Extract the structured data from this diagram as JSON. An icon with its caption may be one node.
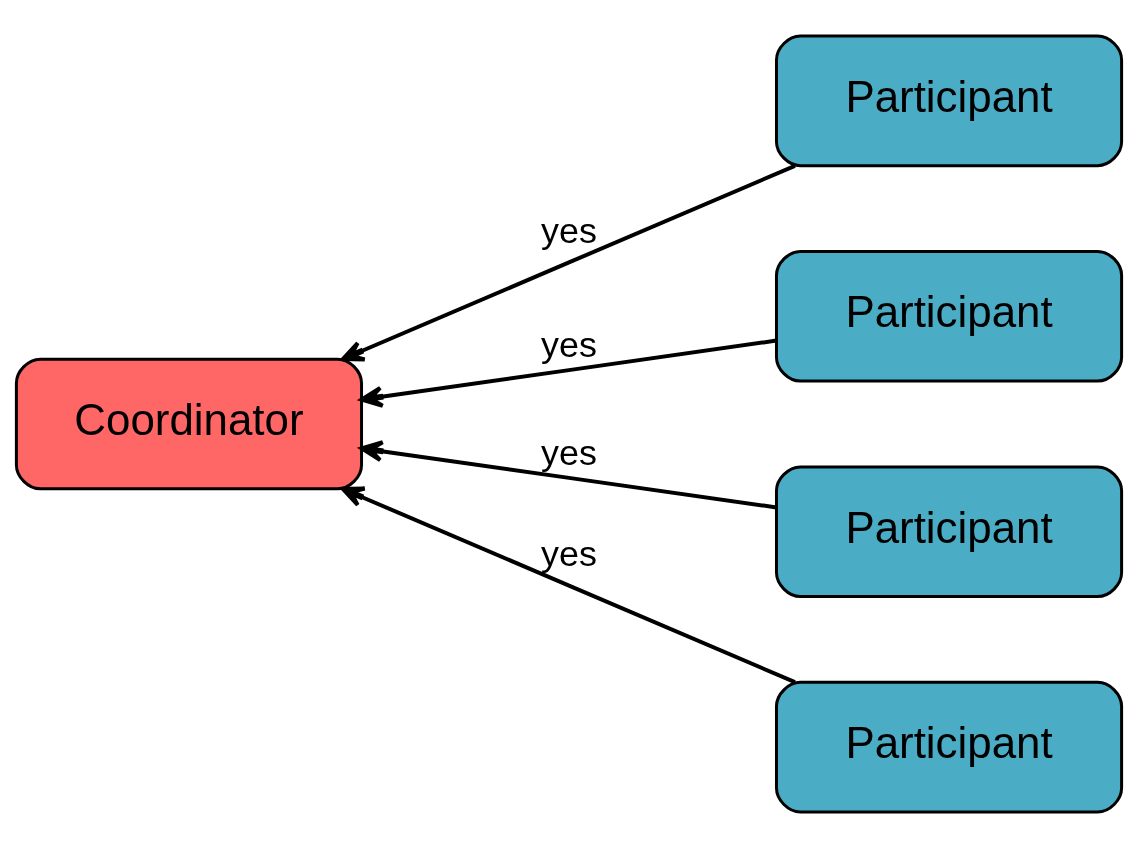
{
  "diagram": {
    "nodes": [
      {
        "text": [
          "Coordinator"
        ]
      },
      {
        "text": [
          "Participant"
        ]
      },
      {
        "text": [
          "Participant"
        ]
      },
      {
        "text": [
          "Participant"
        ]
      },
      {
        "text": [
          "Participant"
        ]
      }
    ],
    "edges": [
      {
        "from": 1,
        "to": 0,
        "arrow": "to",
        "label": "yes"
      },
      {
        "from": 2,
        "to": 0,
        "arrow": "to",
        "label": "yes"
      },
      {
        "from": 3,
        "to": 0,
        "arrow": "to",
        "label": "yes"
      },
      {
        "from": 4,
        "to": 0,
        "arrow": "to",
        "label": "yes"
      }
    ]
  }
}
